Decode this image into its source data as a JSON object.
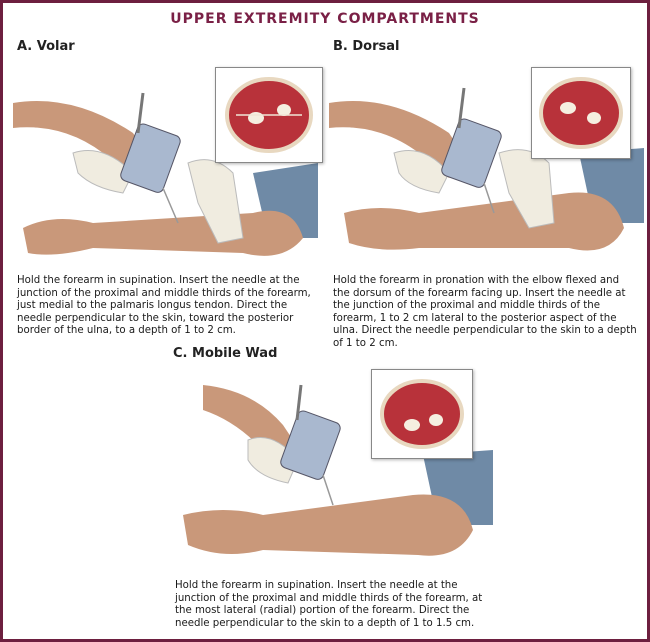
{
  "title": "UPPER EXTREMITY COMPARTMENTS",
  "panels": [
    {
      "label": "A. Volar",
      "description": "Hold the forearm in supination. Insert the needle at the junction of the proximal and middle thirds of the forearm, just medial to the palmaris longus tendon. Direct the needle perpendicular to the skin, toward the posterior border of the ulna, to a depth of 1 to 2 cm."
    },
    {
      "label": "B. Dorsal",
      "description": "Hold the forearm in pronation with the elbow flexed and the dorsum of the forearm facing up. Insert the needle at the junction of the proximal and middle thirds of the forearm, 1 to 2 cm lateral to the posterior aspect of the ulna. Direct the needle perpendicular to the skin to a depth of 1 to 2 cm."
    },
    {
      "label": "C. Mobile Wad",
      "description": "Hold the forearm in supination. Insert the needle at the junction of the proximal and middle thirds of the forearm, at the most lateral (radial) portion of the forearm. Direct the needle perpendicular to the skin to a depth of 1 to 1.5 cm."
    }
  ],
  "colors": {
    "frame": "#6d1f3f",
    "title": "#7a2046",
    "skin": "#c9987a",
    "muscle": "#b8323a",
    "sleeve": "#6f8aa6"
  }
}
